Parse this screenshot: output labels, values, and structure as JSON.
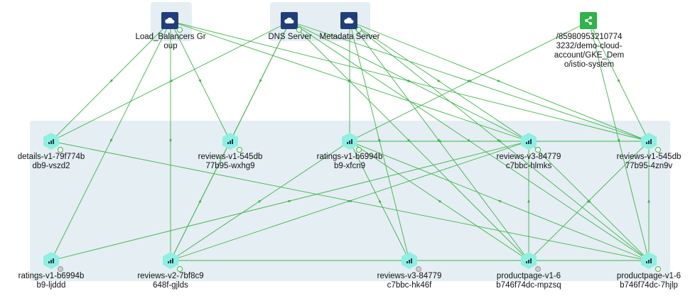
{
  "colors": {
    "edge": "#3cb54a",
    "hex": "#8ef0e0",
    "hexDark": "#1f3b55",
    "groupBg": "#e5eef3",
    "cloud": "#1f3e7a",
    "share": "#2fb34a"
  },
  "nodes": {
    "lb": {
      "label": "Load_Balancers Gr\noup",
      "icon": "cloud-icon"
    },
    "dns": {
      "label": "DNS Server",
      "icon": "cloud-icon"
    },
    "meta": {
      "label": "Metadata Server",
      "icon": "cloud-icon"
    },
    "acct": {
      "label": "/85980953210774\n3232/demo-cloud-\naccount/GKE_Dem\no/istio-system",
      "icon": "share-icon"
    },
    "det": {
      "label": "details-v1-79f774b\ndb9-vszd2",
      "icon": "pod-icon"
    },
    "rv1a": {
      "label": "reviews-v1-545db\n77b95-wxhg9",
      "icon": "pod-icon"
    },
    "rat1": {
      "label": "ratings-v1-b6994b\nb9-xfcn9",
      "icon": "pod-icon"
    },
    "rv3a": {
      "label": "reviews-v3-84779\nc7bbc-hlmks",
      "icon": "pod-icon"
    },
    "rv1b": {
      "label": "reviews-v1-545db\n77b95-4zn9v",
      "icon": "pod-icon"
    },
    "rat2": {
      "label": "ratings-v1-b6994b\nb9-ljddd",
      "icon": "pod-icon"
    },
    "rv2": {
      "label": "reviews-v2-7bf8c9\n648f-gjlds",
      "icon": "pod-icon"
    },
    "rv3b": {
      "label": "reviews-v3-84779\nc7bbc-hk46f",
      "icon": "pod-icon"
    },
    "pp1": {
      "label": "productpage-v1-6\nb746f74dc-mpzsq",
      "icon": "pod-icon"
    },
    "pp2": {
      "label": "productpage-v1-6\nb746f74dc-7hjlp",
      "icon": "pod-icon"
    }
  },
  "edges": [
    [
      "lb",
      "det"
    ],
    [
      "lb",
      "rv1a"
    ],
    [
      "lb",
      "rv3a"
    ],
    [
      "lb",
      "rv1b"
    ],
    [
      "lb",
      "rv2"
    ],
    [
      "lb",
      "rat2"
    ],
    [
      "dns",
      "det"
    ],
    [
      "dns",
      "rv1a"
    ],
    [
      "dns",
      "rv3a"
    ],
    [
      "dns",
      "rv1b"
    ],
    [
      "dns",
      "rv2"
    ],
    [
      "dns",
      "pp1"
    ],
    [
      "dns",
      "pp2"
    ],
    [
      "meta",
      "rat1"
    ],
    [
      "meta",
      "rv3a"
    ],
    [
      "meta",
      "rv1b"
    ],
    [
      "meta",
      "pp1"
    ],
    [
      "meta",
      "pp2"
    ],
    [
      "meta",
      "rv3b"
    ],
    [
      "acct",
      "rat1"
    ],
    [
      "acct",
      "pp2"
    ],
    [
      "acct",
      "rv1b"
    ],
    [
      "rv3a",
      "rat1"
    ],
    [
      "rv1b",
      "rat1"
    ],
    [
      "pp2",
      "det"
    ],
    [
      "pp2",
      "rv3a"
    ],
    [
      "pp2",
      "rv1b"
    ],
    [
      "pp2",
      "rat1"
    ],
    [
      "pp1",
      "rat1"
    ],
    [
      "pp1",
      "rv3a"
    ],
    [
      "pp1",
      "rv1b"
    ],
    [
      "rv2",
      "rat1"
    ],
    [
      "rv2",
      "rv3a"
    ],
    [
      "rv2",
      "pp2"
    ],
    [
      "rat2",
      "rv3a"
    ],
    [
      "rv3b",
      "rat1"
    ],
    [
      "rv2",
      "rv1a"
    ]
  ]
}
